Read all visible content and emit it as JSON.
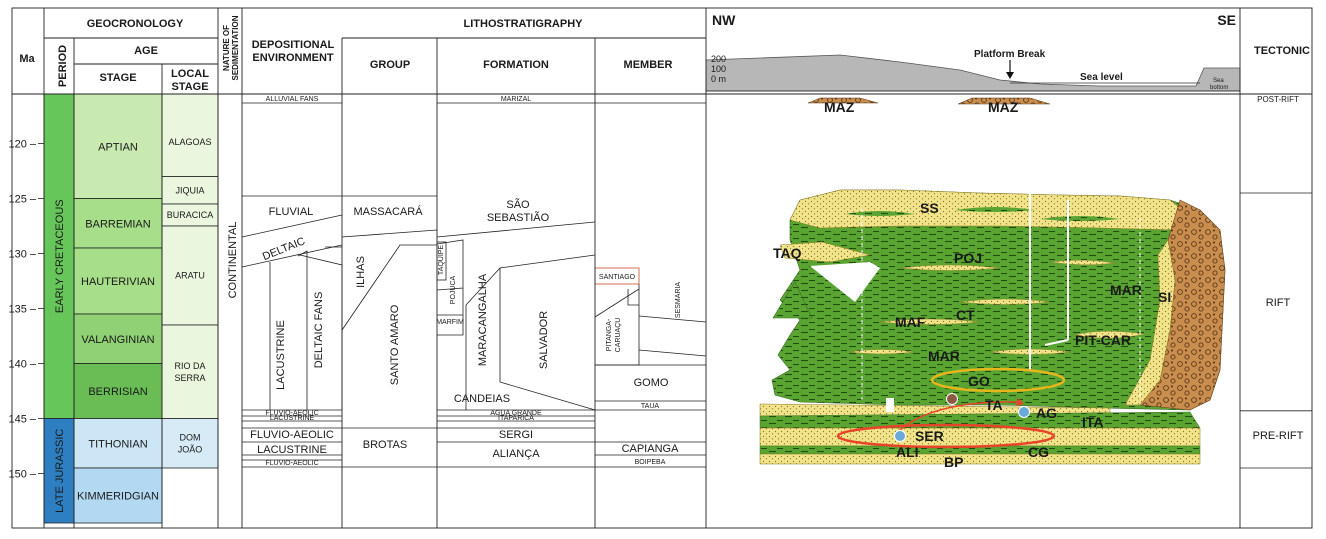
{
  "headers": {
    "ma": "Ma",
    "geocronology": "GEOCRONOLOGY",
    "period": "PERIOD",
    "age": "AGE",
    "stage": "STAGE",
    "local_stage": [
      "LOCAL",
      "STAGE"
    ],
    "nature_sedimentation": [
      "NATURE OF",
      "SEDIMENTATION"
    ],
    "depositional_environment": [
      "DEPOSITIONAL",
      "ENVIRONMENT"
    ],
    "lithostratigraphy": "LITHOSTRATIGRAPHY",
    "group": "GROUP",
    "formation": "FORMATION",
    "member": "MEMBER",
    "nw": "NW",
    "se": "SE",
    "tectonic": "TECTONIC"
  },
  "ma_ticks": [
    120,
    125,
    130,
    135,
    140,
    145,
    150
  ],
  "periods": [
    {
      "label": "EARLY CRETACEOUS",
      "start": 115.5,
      "end": 145,
      "color": "#67c65a"
    },
    {
      "label": "LATE JURASSIC",
      "start": 145,
      "end": 154.5,
      "color": "#2d7fc2"
    }
  ],
  "stages": [
    {
      "label": "APTIAN",
      "start": 115.5,
      "end": 125,
      "color": "#c8eab0"
    },
    {
      "label": "BARREMIAN",
      "start": 125,
      "end": 129.5,
      "color": "#a7de8a"
    },
    {
      "label": "HAUTERIVIAN",
      "start": 129.5,
      "end": 135.5,
      "color": "#a7de8a"
    },
    {
      "label": "VALANGINIAN",
      "start": 135.5,
      "end": 140,
      "color": "#8fd174"
    },
    {
      "label": "BERRISIAN",
      "start": 140,
      "end": 145,
      "color": "#6abd55"
    },
    {
      "label": "TITHONIAN",
      "start": 145,
      "end": 149.5,
      "color": "#cde6f5"
    },
    {
      "label": "KIMMERIDGIAN",
      "start": 149.5,
      "end": 154.5,
      "color": "#b3d9f2"
    }
  ],
  "local_stages": [
    {
      "lines": [
        "ALAGOAS"
      ],
      "start": 115.5,
      "end": 123
    },
    {
      "lines": [
        "JIQUIA"
      ],
      "start": 123,
      "end": 125.5
    },
    {
      "lines": [
        "BURACICA"
      ],
      "start": 125.5,
      "end": 127.5
    },
    {
      "lines": [
        "ARATU"
      ],
      "start": 127.5,
      "end": 136.5
    },
    {
      "lines": [
        "RIO DA",
        "SERRA"
      ],
      "start": 136.5,
      "end": 145
    },
    {
      "lines": [
        "DOM",
        "JOÃO"
      ],
      "start": 145,
      "end": 149.5
    }
  ],
  "nature": "CONTINENTAL",
  "environments": {
    "alluvial": "ALLUVIAL FANS",
    "fluvial": "FLUVIAL",
    "deltaic": "DELTAIC",
    "lacustrine": "LACUSTRINE",
    "deltaic_fans": "DELTAIC FANS",
    "fluvio_aeolic_small": "FLUVIO-AEOLIC",
    "lacustrine_small": "LACUSTRINE",
    "fluvio_aeolic": "FLUVIO-AEOLIC",
    "lacustrine_2": "LACUSTRINE",
    "fluvio_aeolic_small_2": "FLUVIO-AEOLIC"
  },
  "groups": {
    "massacara": "MASSACARÁ",
    "ilhas": "ILHAS",
    "santo_amaro": "SANTO AMARO",
    "brotas": "BROTAS"
  },
  "formations": {
    "marizal": "MARIZAL",
    "sao_sebastiao": [
      "SÃO",
      "SEBASTIÃO"
    ],
    "pojuca": "POJUCA",
    "taquipe": "TAQUIPE",
    "marfim": "MARFIM",
    "maracangalha": "MARACANGALHA",
    "salvador": "SALVADOR",
    "candeias": "CANDEIAS",
    "agua_grande": "AGUA GRANDE",
    "itaparica": "ITAPARICA",
    "sergi": "SERGI",
    "alianca": "ALIANÇA"
  },
  "members": {
    "santiago": "SANTIAGO",
    "pitanga": [
      "PITANGA-",
      "CARUAÇU"
    ],
    "sesmaria": "SESMARIA",
    "gomo": "GOMO",
    "taua": "TAUA",
    "capianga": "CAPIANGA",
    "boipeba": "BOIPEBA"
  },
  "section": {
    "elev_labels": [
      "200",
      "100",
      "0 m"
    ],
    "platform_break": "Platform Break",
    "sea_level": "Sea level",
    "sea_bottom": [
      "Sea",
      "bottom"
    ],
    "units": {
      "maz1": "MAZ",
      "maz2": "MAZ",
      "ss": "SS",
      "taq": "TAQ",
      "poj": "POJ",
      "mar_right": "MAR",
      "si": "SI",
      "maf": "MAF",
      "ct": "CT",
      "pit_car": "PIT-CAR",
      "mar": "MAR",
      "go": "GO",
      "ta": "TA",
      "ag": "AG",
      "ita": "ITA",
      "ser": "SER",
      "ali": "ALI",
      "cg": "CG",
      "bp": "BP"
    }
  },
  "tectonic": [
    {
      "label": "POST-RIFT",
      "start": 115.5,
      "end": 116.3
    },
    {
      "label": "RIFT",
      "start": 124.5,
      "end": 144.3
    },
    {
      "label": "PRE-RIFT",
      "start": 144.3,
      "end": 148.7
    }
  ],
  "colors": {
    "green": "#5aa532",
    "yellow": "#f1e389",
    "brown": "#c98d4d",
    "gray": "#b7b7b7",
    "oval_red": "#e8442a",
    "oval_yellow": "#e7b61d",
    "dot_blue": "#6aaad8",
    "dot_brown": "#8a5a44"
  }
}
